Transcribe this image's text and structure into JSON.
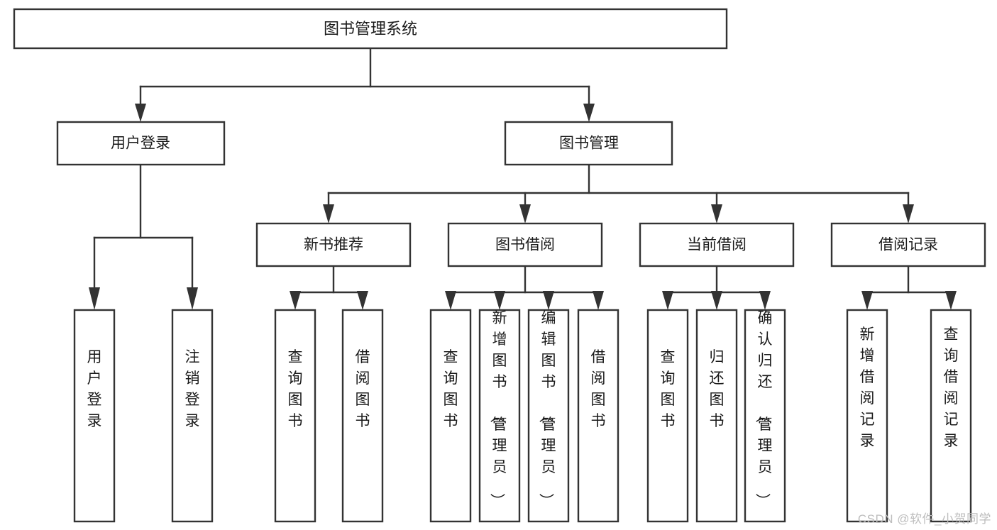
{
  "diagram": {
    "type": "tree",
    "title": "图书管理系统",
    "orientation": "top-down",
    "colors": {
      "box_stroke": "#333333",
      "box_fill": "#ffffff",
      "text": "#1a1a1a",
      "background": "#ffffff",
      "watermark": "#bdbdbd"
    },
    "root": {
      "label": "图书管理系统"
    },
    "level2": [
      {
        "label": "用户登录"
      },
      {
        "label": "图书管理"
      }
    ],
    "level3": [
      {
        "label": "新书推荐"
      },
      {
        "label": "图书借阅"
      },
      {
        "label": "当前借阅"
      },
      {
        "label": "借阅记录"
      }
    ],
    "leaves": {
      "user_login": [
        {
          "label": "用户登录"
        },
        {
          "label": "注销登录"
        }
      ],
      "new_book_recommend": [
        {
          "label": "查询图书"
        },
        {
          "label": "借阅图书"
        }
      ],
      "book_borrow": [
        {
          "label": "查询图书"
        },
        {
          "label": "新增图书（管理员）"
        },
        {
          "label": "编辑图书（管理员）"
        },
        {
          "label": "借阅图书"
        }
      ],
      "current_borrow": [
        {
          "label": "查询图书"
        },
        {
          "label": "归还图书"
        },
        {
          "label": "确认归还（管理员）"
        }
      ],
      "borrow_record": [
        {
          "label": "新增借阅记录"
        },
        {
          "label": "查询借阅记录"
        }
      ]
    }
  },
  "watermark": {
    "text": "CSDN @软件_小贺同学"
  }
}
